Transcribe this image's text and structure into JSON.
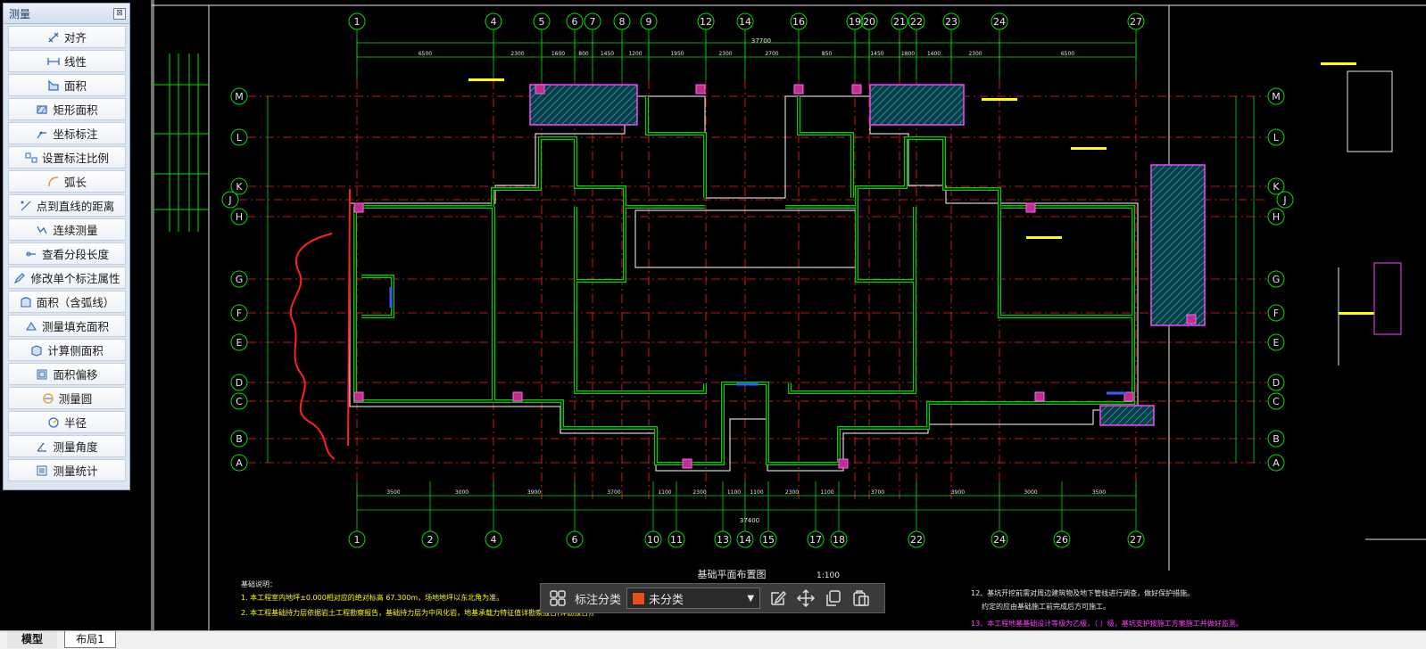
{
  "panel": {
    "title": "测量",
    "close": "⊠",
    "tools": [
      {
        "id": "align",
        "label": "对齐",
        "icon": "align-icon"
      },
      {
        "id": "linear",
        "label": "线性",
        "icon": "linear-icon"
      },
      {
        "id": "area",
        "label": "面积",
        "icon": "area-icon"
      },
      {
        "id": "rect-area",
        "label": "矩形面积",
        "icon": "rect-area-icon"
      },
      {
        "id": "coord",
        "label": "坐标标注",
        "icon": "coordinate-icon"
      },
      {
        "id": "scale",
        "label": "设置标注比例",
        "icon": "scale-icon"
      },
      {
        "id": "arc",
        "label": "弧长",
        "icon": "arc-icon"
      },
      {
        "id": "pt-line",
        "label": "点到直线的距离",
        "icon": "point-line-icon"
      },
      {
        "id": "continuous",
        "label": "连续测量",
        "icon": "continuous-icon"
      },
      {
        "id": "segments",
        "label": "查看分段长度",
        "icon": "segments-icon"
      },
      {
        "id": "modify",
        "label": "修改单个标注属性",
        "icon": "modify-icon"
      },
      {
        "id": "area-arc",
        "label": "面积（含弧线）",
        "icon": "area-arc-icon"
      },
      {
        "id": "fill-area",
        "label": "测量填充面积",
        "icon": "fill-area-icon"
      },
      {
        "id": "side-area",
        "label": "计算侧面积",
        "icon": "side-area-icon"
      },
      {
        "id": "area-offset",
        "label": "面积偏移",
        "icon": "area-offset-icon"
      },
      {
        "id": "circle",
        "label": "测量圆",
        "icon": "circle-icon"
      },
      {
        "id": "radius",
        "label": "半径",
        "icon": "radius-icon"
      },
      {
        "id": "angle",
        "label": "测量角度",
        "icon": "angle-icon"
      },
      {
        "id": "stats",
        "label": "测量统计",
        "icon": "stats-icon"
      }
    ]
  },
  "tabs": {
    "model": "模型",
    "layout1": "布局1"
  },
  "annotation_bar": {
    "label": "标注分类",
    "selected": "未分类",
    "swatch": "#e8501a"
  },
  "drawing": {
    "title": "基础平面布置图",
    "scale": "1:100",
    "top_axes": [
      "1",
      "4",
      "5",
      "6",
      "7",
      "8",
      "9",
      "12",
      "14",
      "16",
      "19",
      "20",
      "21",
      "22",
      "23",
      "24",
      "27"
    ],
    "bottom_axes": [
      "1",
      "2",
      "4",
      "6",
      "10",
      "11",
      "13",
      "14",
      "15",
      "17",
      "18",
      "22",
      "24",
      "26",
      "27"
    ],
    "left_axes": [
      "M",
      "L",
      "K",
      "J",
      "H",
      "G",
      "F",
      "E",
      "D",
      "C",
      "B",
      "A"
    ],
    "right_axes": [
      "M",
      "L",
      "K",
      "J",
      "H",
      "G",
      "F",
      "E",
      "D",
      "C",
      "B",
      "A"
    ],
    "top_total": "37700",
    "bottom_total": "37400",
    "top_dims": [
      "6500",
      "2300",
      "1600",
      "800",
      "1450",
      "1200",
      "1950",
      "2300",
      "2700",
      "850",
      "1450",
      "1800",
      "1400",
      "2300",
      "6500"
    ],
    "bottom_dims": [
      "3500",
      "3000",
      "3900",
      "3700",
      "1100",
      "2300",
      "1100",
      "1100",
      "2300",
      "1100",
      "3700",
      "3900",
      "3000",
      "3500"
    ],
    "notes_left": [
      "基础说明：",
      "1. 本工程室内地坪±0.000相对应的绝对标高 67.300m，场地地坪以东北角为准。",
      "2. 本工程基础持力层依据岩土工程勘察报告，基础持力层为中风化岩，地基承载力特征值详勘察报告(详勘报告)。"
    ],
    "notes_right": [
      "12、基坑开挖前需对周边建筑物及地下管线进行调查，做好保护措施。",
      "约定的应由基础施工前完成后方可施工。",
      "13、本工程地基基础设计等级为乙级，（ ）级，基坑支护按施工方案施工并做好监测。"
    ]
  }
}
